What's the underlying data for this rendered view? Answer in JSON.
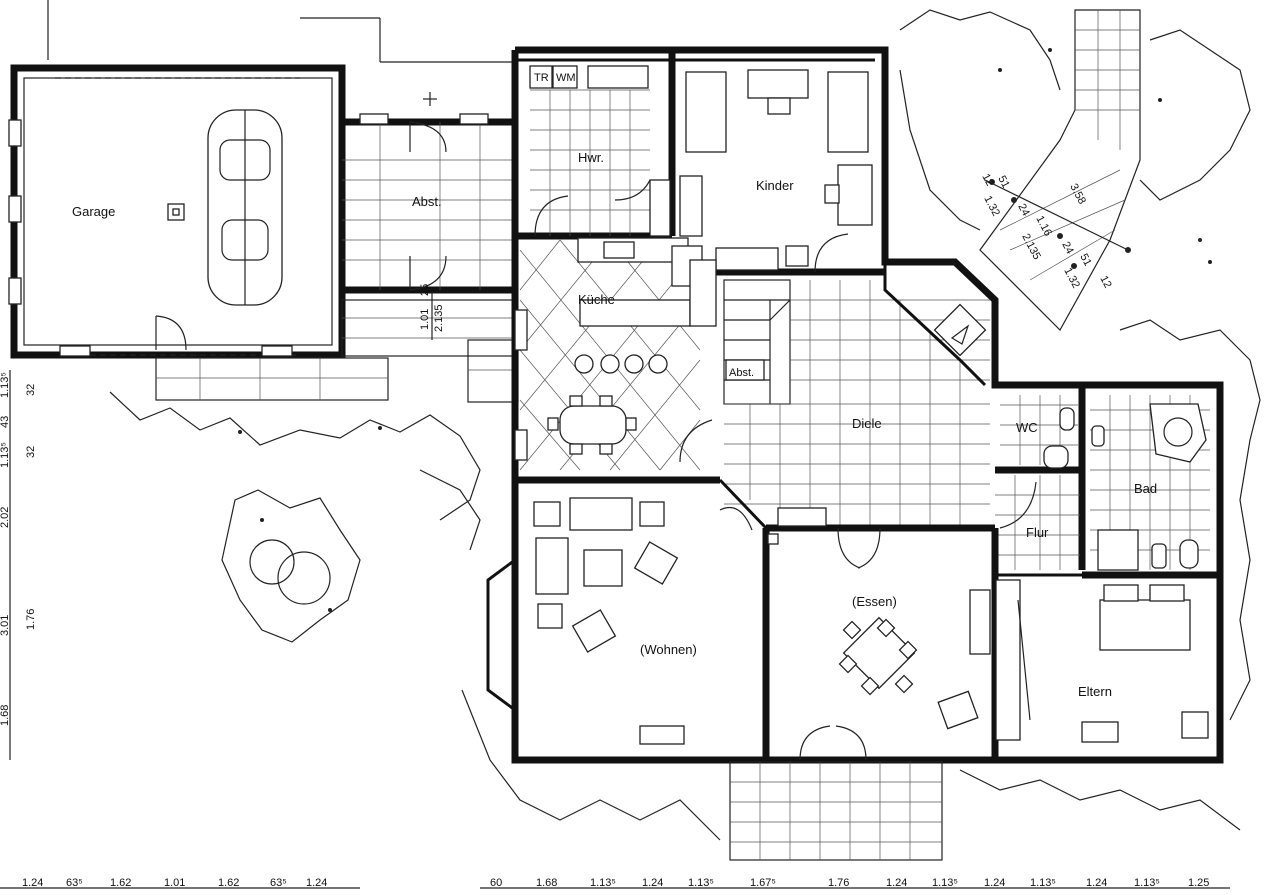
{
  "rooms": {
    "garage": "Garage",
    "abst": "Abst.",
    "hwr": "Hwr.",
    "kinder": "Kinder",
    "kueche": "Küche",
    "diele": "Diele",
    "wc": "WC",
    "bad": "Bad",
    "flur": "Flur",
    "essen": "(Essen)",
    "wohnen": "(Wohnen)",
    "eltern": "Eltern",
    "abst2": "Abst."
  },
  "appliances": {
    "tr": "TR",
    "wm": "WM"
  },
  "dimensions": {
    "bottom_left": [
      "1.24",
      "63⁵",
      "1.62",
      "1.01",
      "1.62",
      "63⁵",
      "1.24"
    ],
    "bottom_right": [
      "60",
      "1.68",
      "1.13⁵",
      "1.24",
      "1.13⁵",
      "1.67⁵",
      "1.76",
      "1.24",
      "1.13⁵",
      "1.24",
      "1.13⁵",
      "1.24",
      "1.13⁵",
      "1.25"
    ],
    "left_side": [
      "1.13⁵",
      "32",
      "43",
      "1.13⁵",
      "32",
      "2.02",
      "3.01",
      "1.76",
      "1.68"
    ],
    "door_small": [
      "25",
      "1.01",
      "2.135"
    ],
    "stair": [
      "12",
      "51",
      "1.32",
      "24",
      "3.58",
      "1.16",
      "2.135",
      "24",
      "51",
      "1.32",
      "12"
    ]
  }
}
